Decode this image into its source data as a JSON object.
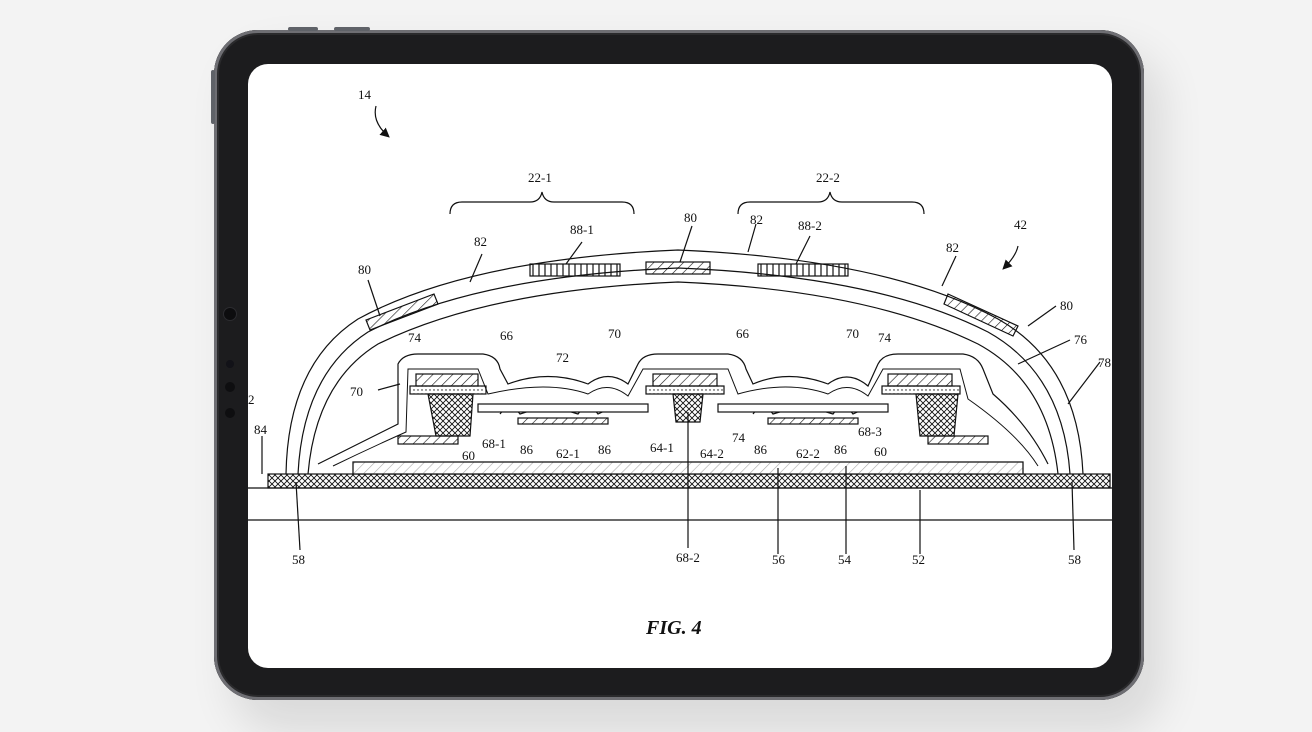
{
  "figure": {
    "caption": "FIG. 4",
    "refs": {
      "r14": "14",
      "r22_1": "22-1",
      "r22_2": "22-2",
      "r42": "42",
      "r80": "80",
      "r82": "82",
      "r88_1": "88-1",
      "r88_2": "88-2",
      "r74": "74",
      "r66": "66",
      "r70": "70",
      "r72": "72",
      "r76": "76",
      "r78": "78",
      "r2": "2",
      "r84": "84",
      "r60": "60",
      "r68_1": "68-1",
      "r68_2": "68-2",
      "r68_3": "68-3",
      "r86": "86",
      "r62_1": "62-1",
      "r62_2": "62-2",
      "r64_1": "64-1",
      "r64_2": "64-2",
      "r58": "58",
      "r56": "56",
      "r54": "54",
      "r52": "52"
    }
  },
  "colors": {
    "device_frame": "#1c1c1e",
    "screen": "#ffffff",
    "background": "#f3f3f3",
    "ink": "#111111"
  }
}
